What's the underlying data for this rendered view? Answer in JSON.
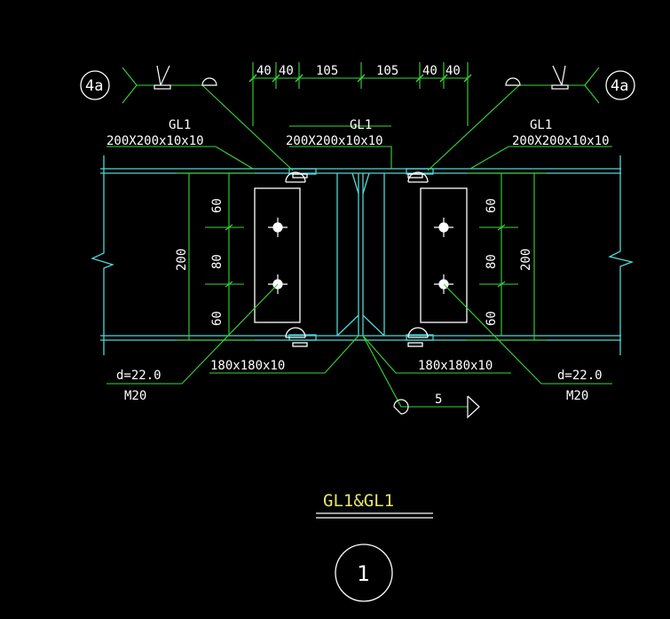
{
  "colors": {
    "background": "#000000",
    "cyan": "#4fd6d6",
    "green": "#38d838",
    "white": "#ffffff",
    "yellow": "#e6e66a"
  },
  "top_dims": {
    "d1": "40",
    "d2": "40",
    "d3": "105",
    "d4": "105",
    "d5": "40",
    "d6": "40"
  },
  "detail_tag_left": "4a",
  "detail_tag_right": "4a",
  "beam_left": {
    "name": "GL1",
    "size": "200X200x10x10"
  },
  "beam_mid": {
    "name": "GL1",
    "size": "200X200x10x10"
  },
  "beam_right": {
    "name": "GL1",
    "size": "200X200x10x10"
  },
  "dims_left": {
    "a": "60",
    "b": "80",
    "c": "60",
    "total": "200"
  },
  "dims_right": {
    "a": "60",
    "b": "80",
    "c": "60",
    "total": "200"
  },
  "bolt_left": {
    "hole": "d=22.0",
    "bolt": "M20"
  },
  "bolt_right": {
    "hole": "d=22.0",
    "bolt": "M20"
  },
  "stiffener_left": "180x180x10",
  "stiffener_right": "180x180x10",
  "weld_size": "5",
  "title": "GL1&GL1",
  "sheet_number": "1"
}
